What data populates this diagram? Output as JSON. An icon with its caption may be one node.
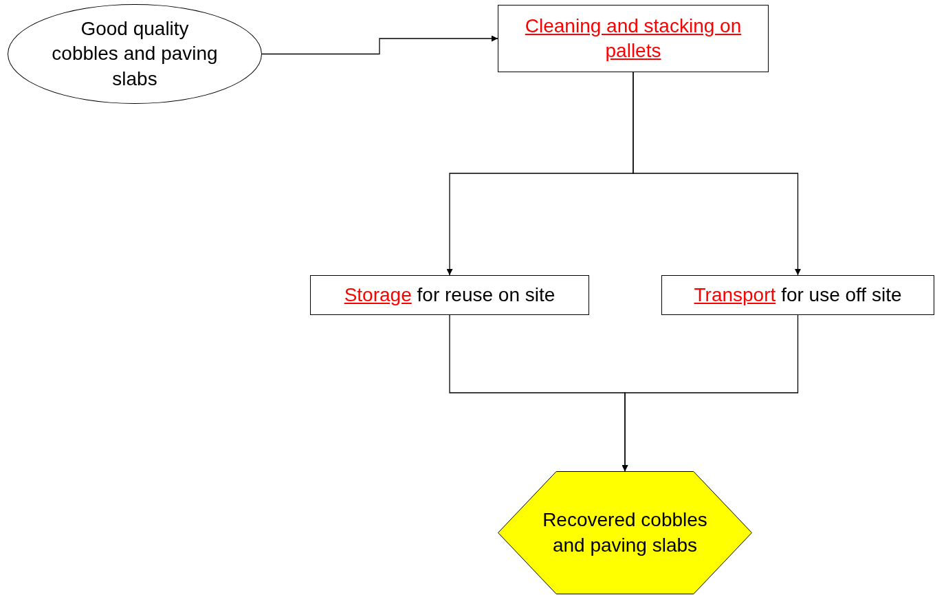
{
  "diagram": {
    "nodes": [
      {
        "text": [
          "Good quality cobbles and paving slabs"
        ]
      },
      {
        "text": [
          "Cleaning and stacking on pallets"
        ]
      },
      {
        "text": [
          "Storage",
          "for reuse on site"
        ]
      },
      {
        "text": [
          "Transport",
          "for use off site"
        ]
      },
      {
        "text": [
          "Recovered cobbles and paving slabs"
        ]
      }
    ],
    "edges": [
      {
        "from": 0,
        "to": 1,
        "arrow": "to"
      },
      {
        "from": 1,
        "to": 2,
        "arrow": "to"
      },
      {
        "from": 1,
        "to": 3,
        "arrow": "to"
      },
      {
        "from": 2,
        "to": 4,
        "arrow": "to"
      },
      {
        "from": 3,
        "to": 4,
        "arrow": "to"
      }
    ]
  }
}
